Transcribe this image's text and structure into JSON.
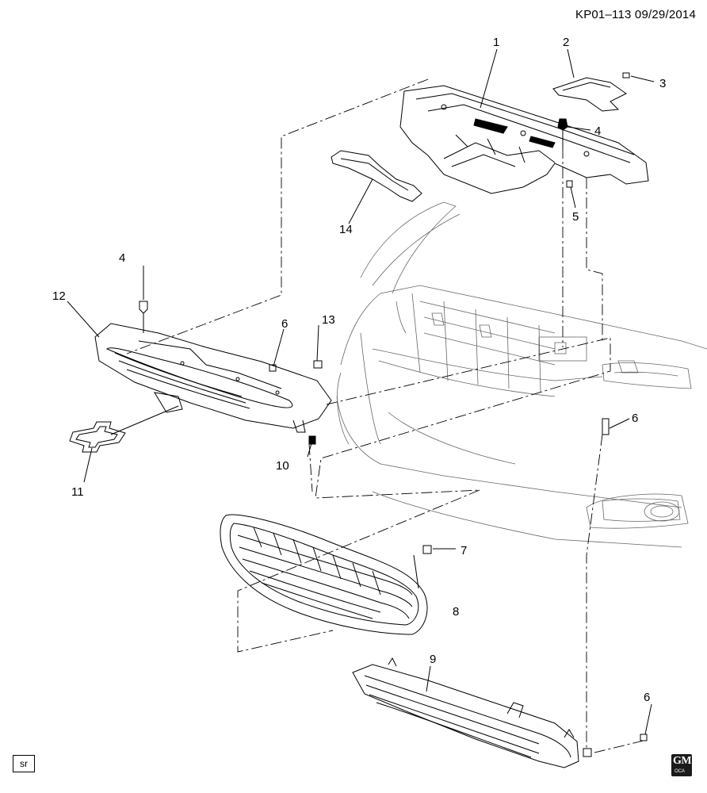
{
  "header": {
    "code": "KP01–113",
    "date": "09/29/2014"
  },
  "footer": {
    "sr_label": "sr",
    "logo_text": "GM",
    "logo_sub": "OCA"
  },
  "callouts": {
    "c1": "1",
    "c2": "2",
    "c3": "3",
    "c4a": "4",
    "c4b": "4",
    "c5": "5",
    "c6a": "6",
    "c6b": "6",
    "c6c": "6",
    "c7": "7",
    "c8": "8",
    "c9": "9",
    "c10": "10",
    "c11": "11",
    "c12": "12",
    "c13": "13",
    "c14": "14"
  }
}
